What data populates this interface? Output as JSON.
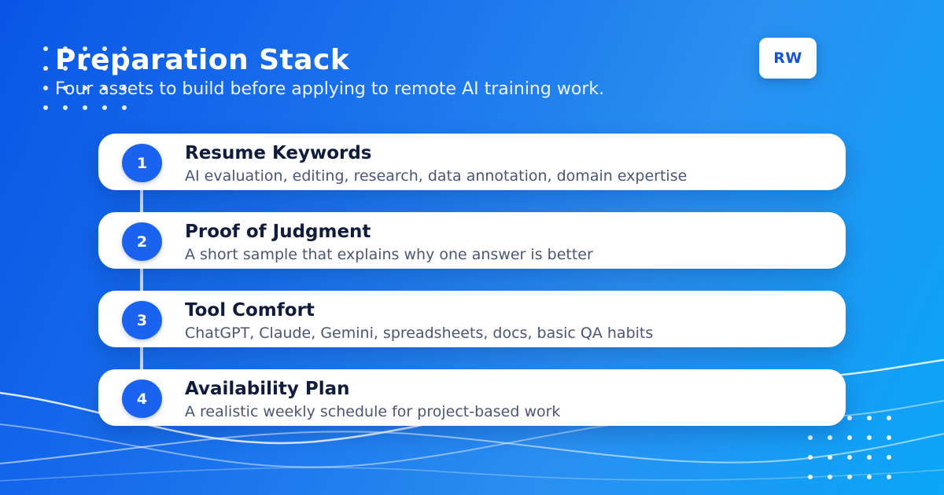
{
  "header": {
    "title": "Preparation Stack",
    "subtitle": "Four assets to build before applying to remote AI training work."
  },
  "logo": {
    "text": "RW"
  },
  "steps": [
    {
      "number": "1",
      "title": "Resume Keywords",
      "description": "AI evaluation, editing, research, data annotation, domain expertise"
    },
    {
      "number": "2",
      "title": "Proof of Judgment",
      "description": "A short sample that explains why one answer is better"
    },
    {
      "number": "3",
      "title": "Tool Comfort",
      "description": "ChatGPT, Claude, Gemini, spreadsheets, docs, basic QA habits"
    },
    {
      "number": "4",
      "title": "Availability Plan",
      "description": "A realistic weekly schedule for project-based work"
    }
  ],
  "colors": {
    "background_start": "#0a55e6",
    "background_end": "#0aa6f7",
    "badge": "#1a62f0",
    "card": "#ffffff",
    "title_text": "#0f1c3d",
    "description_text": "#4a5677"
  }
}
